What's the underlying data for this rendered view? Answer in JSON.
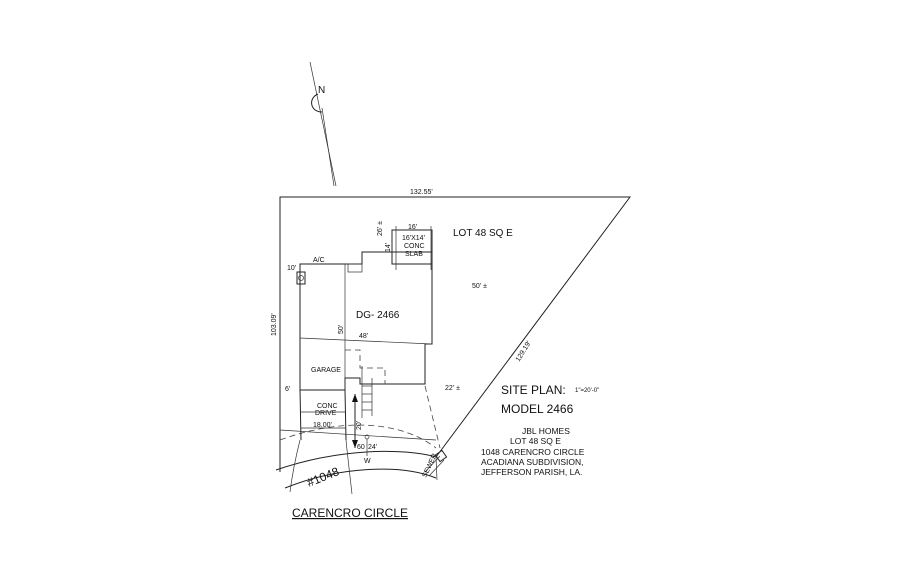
{
  "north": {
    "label": "N"
  },
  "dimensions": {
    "top": "132.55'",
    "left": "103.09'",
    "diagonal": "129.19'",
    "front_setback": "20'",
    "rear_setback": "26' ±",
    "side_setback_left": "10'",
    "side_setback_right": "50' ±",
    "side_22": "22' ±",
    "house_depth": "50'",
    "house_width": "48'",
    "slab_width": "16'",
    "slab_depth": "14'",
    "garage_side": "6'",
    "drive_width": "18.00'",
    "curb_left": "60",
    "curb_right": "24'"
  },
  "labels": {
    "lot": "LOT 48  SQ E",
    "house": "DG- 2466",
    "garage": "GARAGE",
    "ac": "A/C",
    "slab_line1": "16'X14'",
    "slab_line2": "CONC",
    "slab_line3": "SLAB",
    "drive_line1": "CONC",
    "drive_line2": "DRIVE",
    "water": "W",
    "sewer": "SEWER",
    "address": "#1048",
    "street": "CARENCRO CIRCLE"
  },
  "title_block": {
    "heading": "SITE PLAN:",
    "scale": "1\"=20'-0\"",
    "model": "MODEL  2466",
    "lines": [
      "JBL HOMES",
      "LOT 48  SQ E",
      "1048 CARENCRO CIRCLE",
      "ACADIANA SUBDIVISION,",
      "JEFFERSON PARISH, LA."
    ]
  }
}
